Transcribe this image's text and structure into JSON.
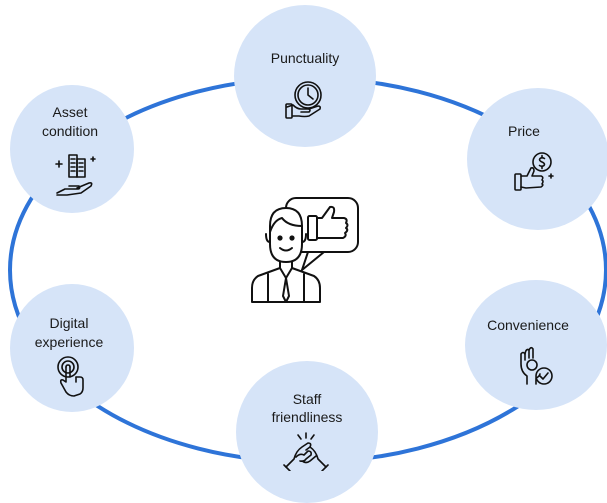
{
  "diagram": {
    "ring_color": "#2e74d8",
    "node_fill": "#d6e4f8",
    "icon_color": "#111111",
    "nodes": [
      {
        "id": "punctuality",
        "label": "Punctuality",
        "icon": "clock-hand-icon"
      },
      {
        "id": "price",
        "label": "Price",
        "icon": "thumbs-up-dollar-icon"
      },
      {
        "id": "convenience",
        "label": "Convenience",
        "icon": "ok-hand-check-icon"
      },
      {
        "id": "staff",
        "label": "Staff friendliness",
        "line1": "Staff",
        "line2": "friendliness",
        "icon": "handshake-icon"
      },
      {
        "id": "digital",
        "label": "Digital experience",
        "line1": "Digital",
        "line2": "experience",
        "icon": "touch-finger-icon"
      },
      {
        "id": "asset",
        "label": "Asset condition",
        "line1": "Asset",
        "line2": "condition",
        "icon": "building-hand-icon"
      }
    ],
    "center_icon": "customer-thumbs-up-icon"
  }
}
